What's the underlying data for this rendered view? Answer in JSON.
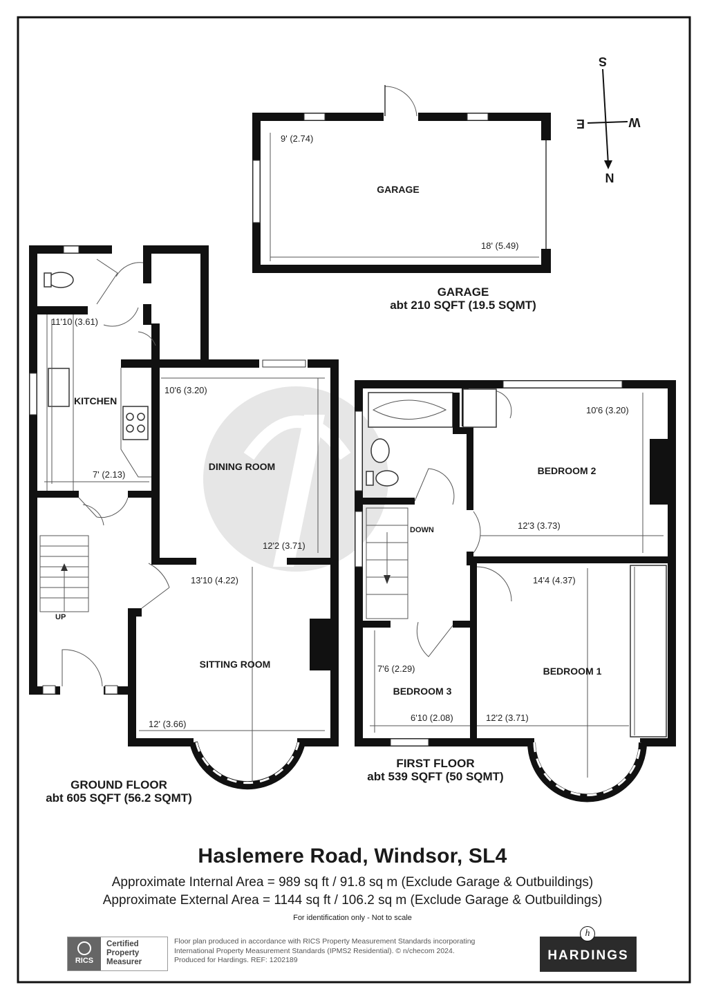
{
  "property": {
    "title": "Haslemere Road, Windsor, SL4",
    "internal_area": "Approximate Internal Area = 989 sq ft / 91.8 sq m (Exclude Garage & Outbuildings)",
    "external_area": "Approximate External Area = 1144 sq ft / 106.2 sq m (Exclude Garage & Outbuildings)",
    "disclaimer": "For identification only - Not to scale"
  },
  "compass": {
    "s": "S",
    "w": "W",
    "e": "E",
    "n": "N"
  },
  "garage": {
    "room_label": "GARAGE",
    "dim_width": "9' (2.74)",
    "dim_length": "18' (5.49)",
    "area_title": "GARAGE",
    "area_value": "abt 210 SQFT (19.5 SQMT)"
  },
  "ground_floor": {
    "kitchen_label": "KITCHEN",
    "kitchen_dim_length": "11'10 (3.61)",
    "kitchen_dim_width": "7' (2.13)",
    "dining_label": "DINING ROOM",
    "dining_dim_width": "10'6 (3.20)",
    "dining_dim_length": "12'2 (3.71)",
    "sitting_label": "SITTING ROOM",
    "sitting_dim_length": "13'10 (4.22)",
    "sitting_dim_width": "12' (3.66)",
    "stairs_label": "UP",
    "area_title": "GROUND FLOOR",
    "area_value": "abt 605 SQFT (56.2 SQMT)"
  },
  "first_floor": {
    "bedroom2_label": "BEDROOM 2",
    "bedroom2_dim_width": "10'6 (3.20)",
    "bedroom2_dim_length": "12'3 (3.73)",
    "bedroom1_label": "BEDROOM 1",
    "bedroom1_dim_length": "14'4 (4.37)",
    "bedroom1_dim_width": "12'2 (3.71)",
    "bedroom3_label": "BEDROOM 3",
    "bedroom3_dim_length": "7'6 (2.29)",
    "bedroom3_dim_width": "6'10 (2.08)",
    "stairs_label": "DOWN",
    "area_title": "FIRST FLOOR",
    "area_value": "abt 539 SQFT (50 SQMT)"
  },
  "rics": {
    "abbr": "RICS",
    "line1": "Certified",
    "line2": "Property",
    "line3": "Measurer"
  },
  "standards_note": {
    "line1": "Floor plan produced in accordance with RICS Property Measurement Standards incorporating",
    "line2": "International Property Measurement Standards (IPMS2 Residential).  © n/checom 2024.",
    "line3": "Produced for Hardings.   REF:  1202189"
  },
  "brand": {
    "name": "HARDINGS",
    "mark": "h"
  }
}
